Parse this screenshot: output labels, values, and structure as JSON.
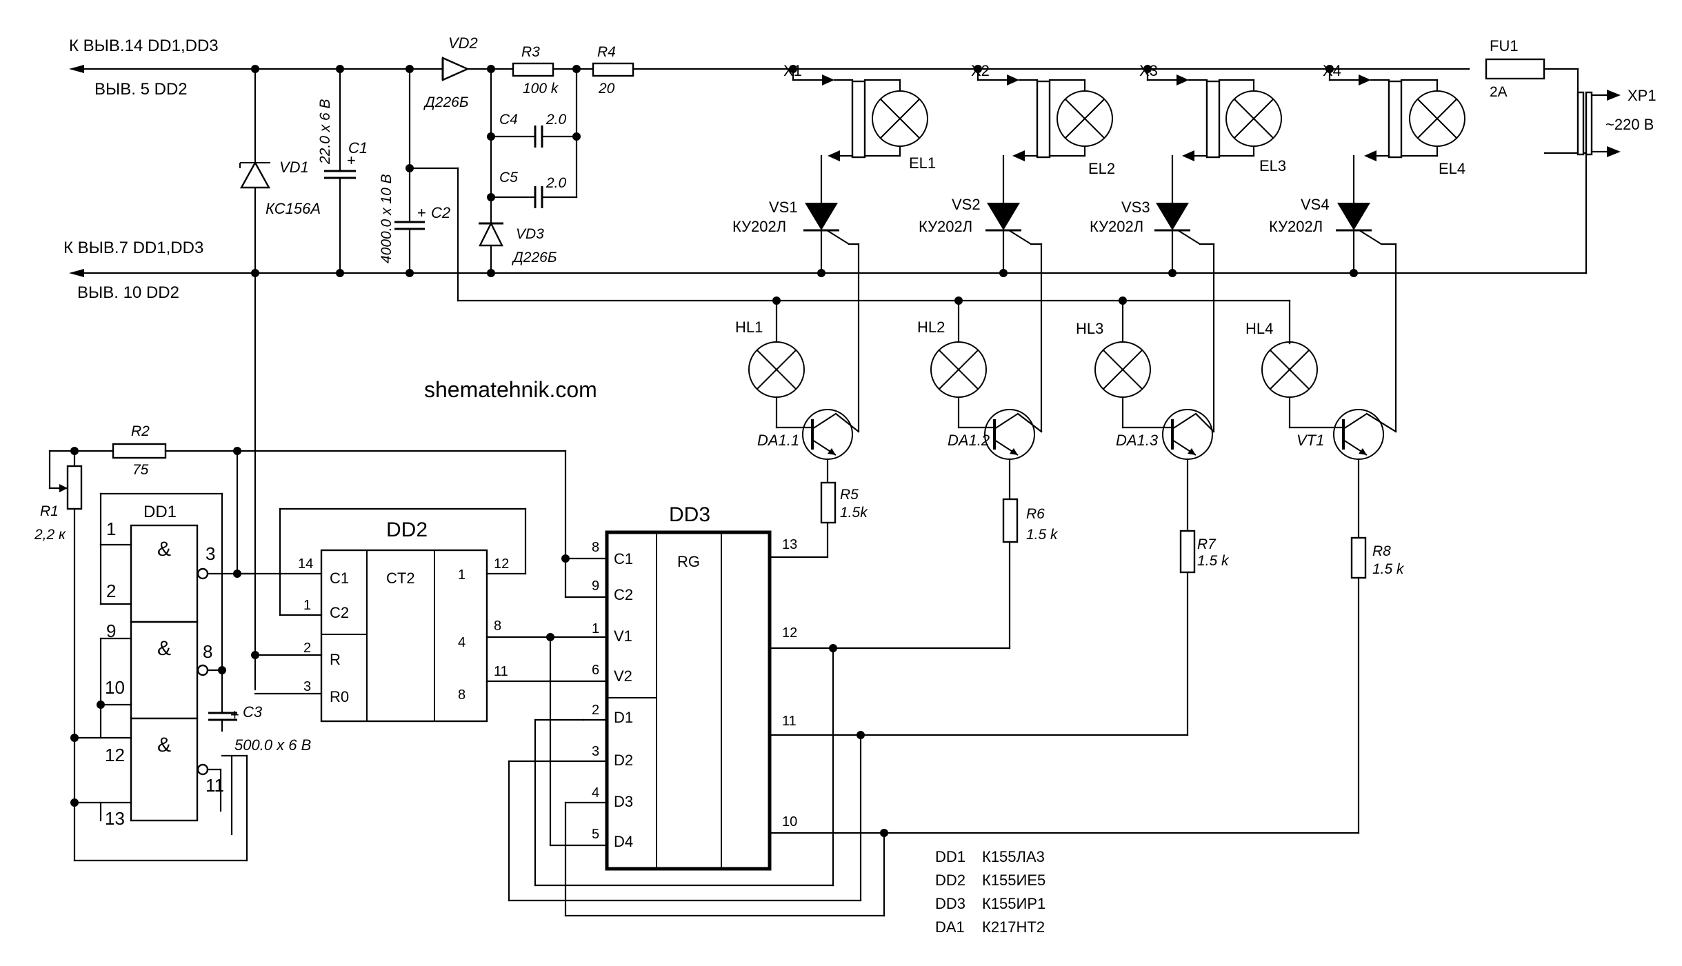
{
  "supply": {
    "top_left_1": "К ВЫВ.14 DD1,DD3",
    "top_left_2": "ВЫВ. 5 DD2",
    "bot_left_1": "К ВЫВ.7 DD1,DD3",
    "bot_left_2": "ВЫВ. 10 DD2"
  },
  "watermark": "shematehnik.com",
  "parts": {
    "VD1": "VD1",
    "VD1_type": "КС156А",
    "VD2": "VD2",
    "VD2_type": "Д226Б",
    "VD3": "VD3",
    "VD3_type": "Д226Б",
    "C1": "C1",
    "C1_val": "22.0 x 6 B",
    "C2": "C2",
    "C2_val": "4000.0 x 10 B",
    "C3": "C3",
    "C3_val": "500.0 x 6 B",
    "C4": "C4",
    "C4_val": "2.0",
    "C5": "C5",
    "C5_val": "2.0",
    "R1": "R1",
    "R1_val": "2,2 к",
    "R2": "R2",
    "R2_val": "75",
    "R3": "R3",
    "R3_val": "100 k",
    "R4": "R4",
    "R4_val": "20",
    "R5": "R5",
    "R5_val": "1.5k",
    "R6": "R6",
    "R6_val": "1.5 k",
    "R7": "R7",
    "R7_val": "1.5 k",
    "R8": "R8",
    "R8_val": "1.5 k",
    "FU1": "FU1",
    "FU1_val": "2A",
    "XP1": "XP1",
    "XP1_val": "~220 B"
  },
  "channels": [
    {
      "x": "X1",
      "el": "EL1",
      "vs": "VS1",
      "vs_type": "КУ202Л",
      "hl": "HL1",
      "tr": "DA1.1"
    },
    {
      "x": "X2",
      "el": "EL2",
      "vs": "VS2",
      "vs_type": "КУ202Л",
      "hl": "HL2",
      "tr": "DA1.2"
    },
    {
      "x": "X3",
      "el": "EL3",
      "vs": "VS3",
      "vs_type": "КУ202Л",
      "hl": "HL3",
      "tr": "DA1.3"
    },
    {
      "x": "X4",
      "el": "EL4",
      "vs": "VS4",
      "vs_type": "КУ202Л",
      "hl": "HL4",
      "tr": "VT1"
    }
  ],
  "dd1": {
    "name": "DD1",
    "gate": "&",
    "pins": {
      "p1": "1",
      "p2": "2",
      "p3": "3",
      "p8": "8",
      "p9": "9",
      "p10": "10",
      "p11": "11",
      "p12": "12",
      "p13": "13"
    }
  },
  "dd2": {
    "name": "DD2",
    "func": "CT2",
    "in": {
      "c1": "C1",
      "c2": "C2",
      "r": "R",
      "r0": "R0"
    },
    "out": {
      "o1": "1",
      "o4": "4",
      "o8": "8"
    },
    "pins": {
      "p14": "14",
      "p1": "1",
      "p2": "2",
      "p3": "3",
      "p12": "12",
      "p8": "8",
      "p11": "11"
    }
  },
  "dd3": {
    "name": "DD3",
    "func": "RG",
    "in": {
      "c1": "C1",
      "c2": "C2",
      "v1": "V1",
      "v2": "V2",
      "d1": "D1",
      "d2": "D2",
      "d3": "D3",
      "d4": "D4"
    },
    "pins_in": {
      "p8": "8",
      "p9": "9",
      "p1": "1",
      "p6": "6",
      "p2": "2",
      "p3": "3",
      "p4": "4",
      "p5": "5"
    },
    "pins_out": {
      "p13": "13",
      "p12": "12",
      "p11": "11",
      "p10": "10"
    }
  },
  "bom": [
    {
      "ref": "DD1",
      "type": "К155ЛА3"
    },
    {
      "ref": "DD2",
      "type": "К155ИЕ5"
    },
    {
      "ref": "DD3",
      "type": "К155ИР1"
    },
    {
      "ref": "DA1",
      "type": "К217НТ2"
    }
  ]
}
